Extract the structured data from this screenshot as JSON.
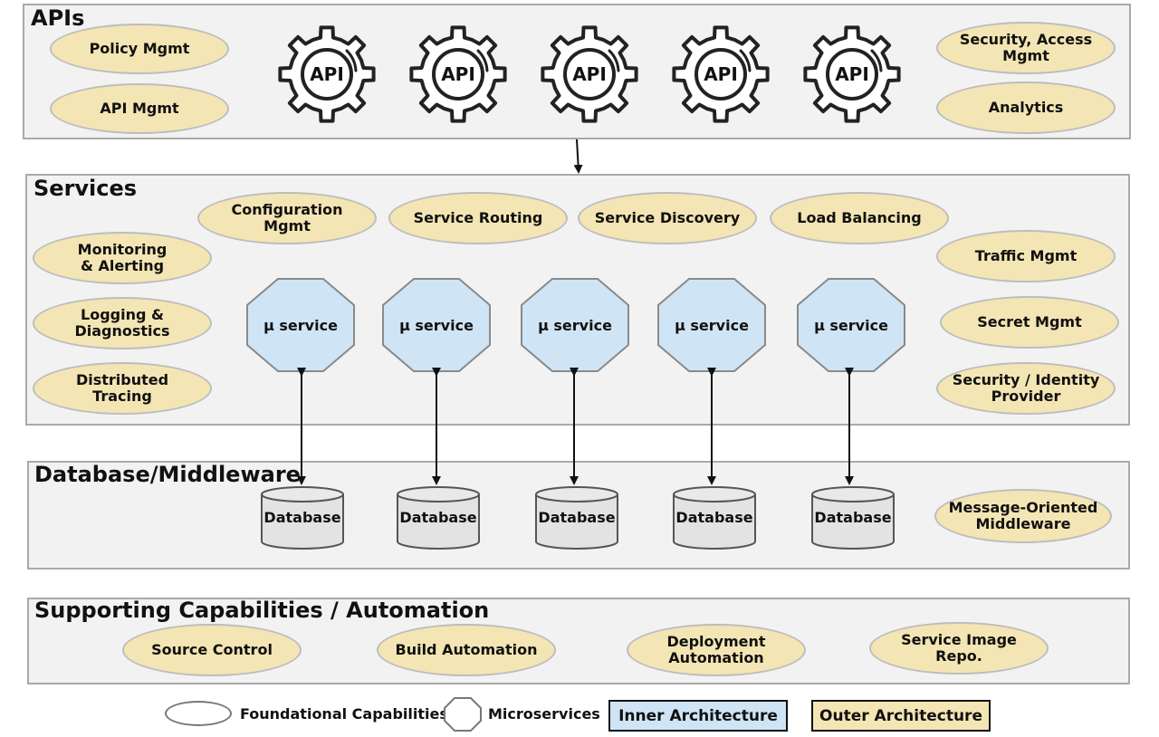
{
  "layers": {
    "apis": {
      "title": "APIs",
      "left_capabilities": [
        "Policy Mgmt",
        "API Mgmt"
      ],
      "api_icon_label": "API",
      "right_capabilities": [
        "Security, Access\nMgmt",
        "Analytics"
      ]
    },
    "services": {
      "title": "Services",
      "top_capabilities": [
        "Configuration\nMgmt",
        "Service Routing",
        "Service Discovery",
        "Load Balancing"
      ],
      "left_capabilities": [
        "Monitoring\n& Alerting",
        "Logging &\nDiagnostics",
        "Distributed\nTracing"
      ],
      "right_capabilities": [
        "Traffic Mgmt",
        "Secret Mgmt",
        "Security / Identity\nProvider"
      ],
      "microservice_label": "μ service"
    },
    "database": {
      "title": "Database/Middleware",
      "database_label": "Database",
      "middleware": "Message-Oriented\nMiddleware"
    },
    "supporting": {
      "title": "Supporting Capabilities / Automation",
      "capabilities": [
        "Source Control",
        "Build Automation",
        "Deployment\nAutomation",
        "Service Image\nRepo."
      ]
    }
  },
  "legend": {
    "foundational": "Foundational Capabilities",
    "microservices": "Microservices",
    "inner": "Inner Architecture",
    "outer": "Outer Architecture"
  },
  "colors": {
    "capability_fill": "#f4e5b4",
    "microservice_fill": "#cfe5f5",
    "layer_fill": "#f2f2f2",
    "database_fill": "#e3e3e3"
  }
}
